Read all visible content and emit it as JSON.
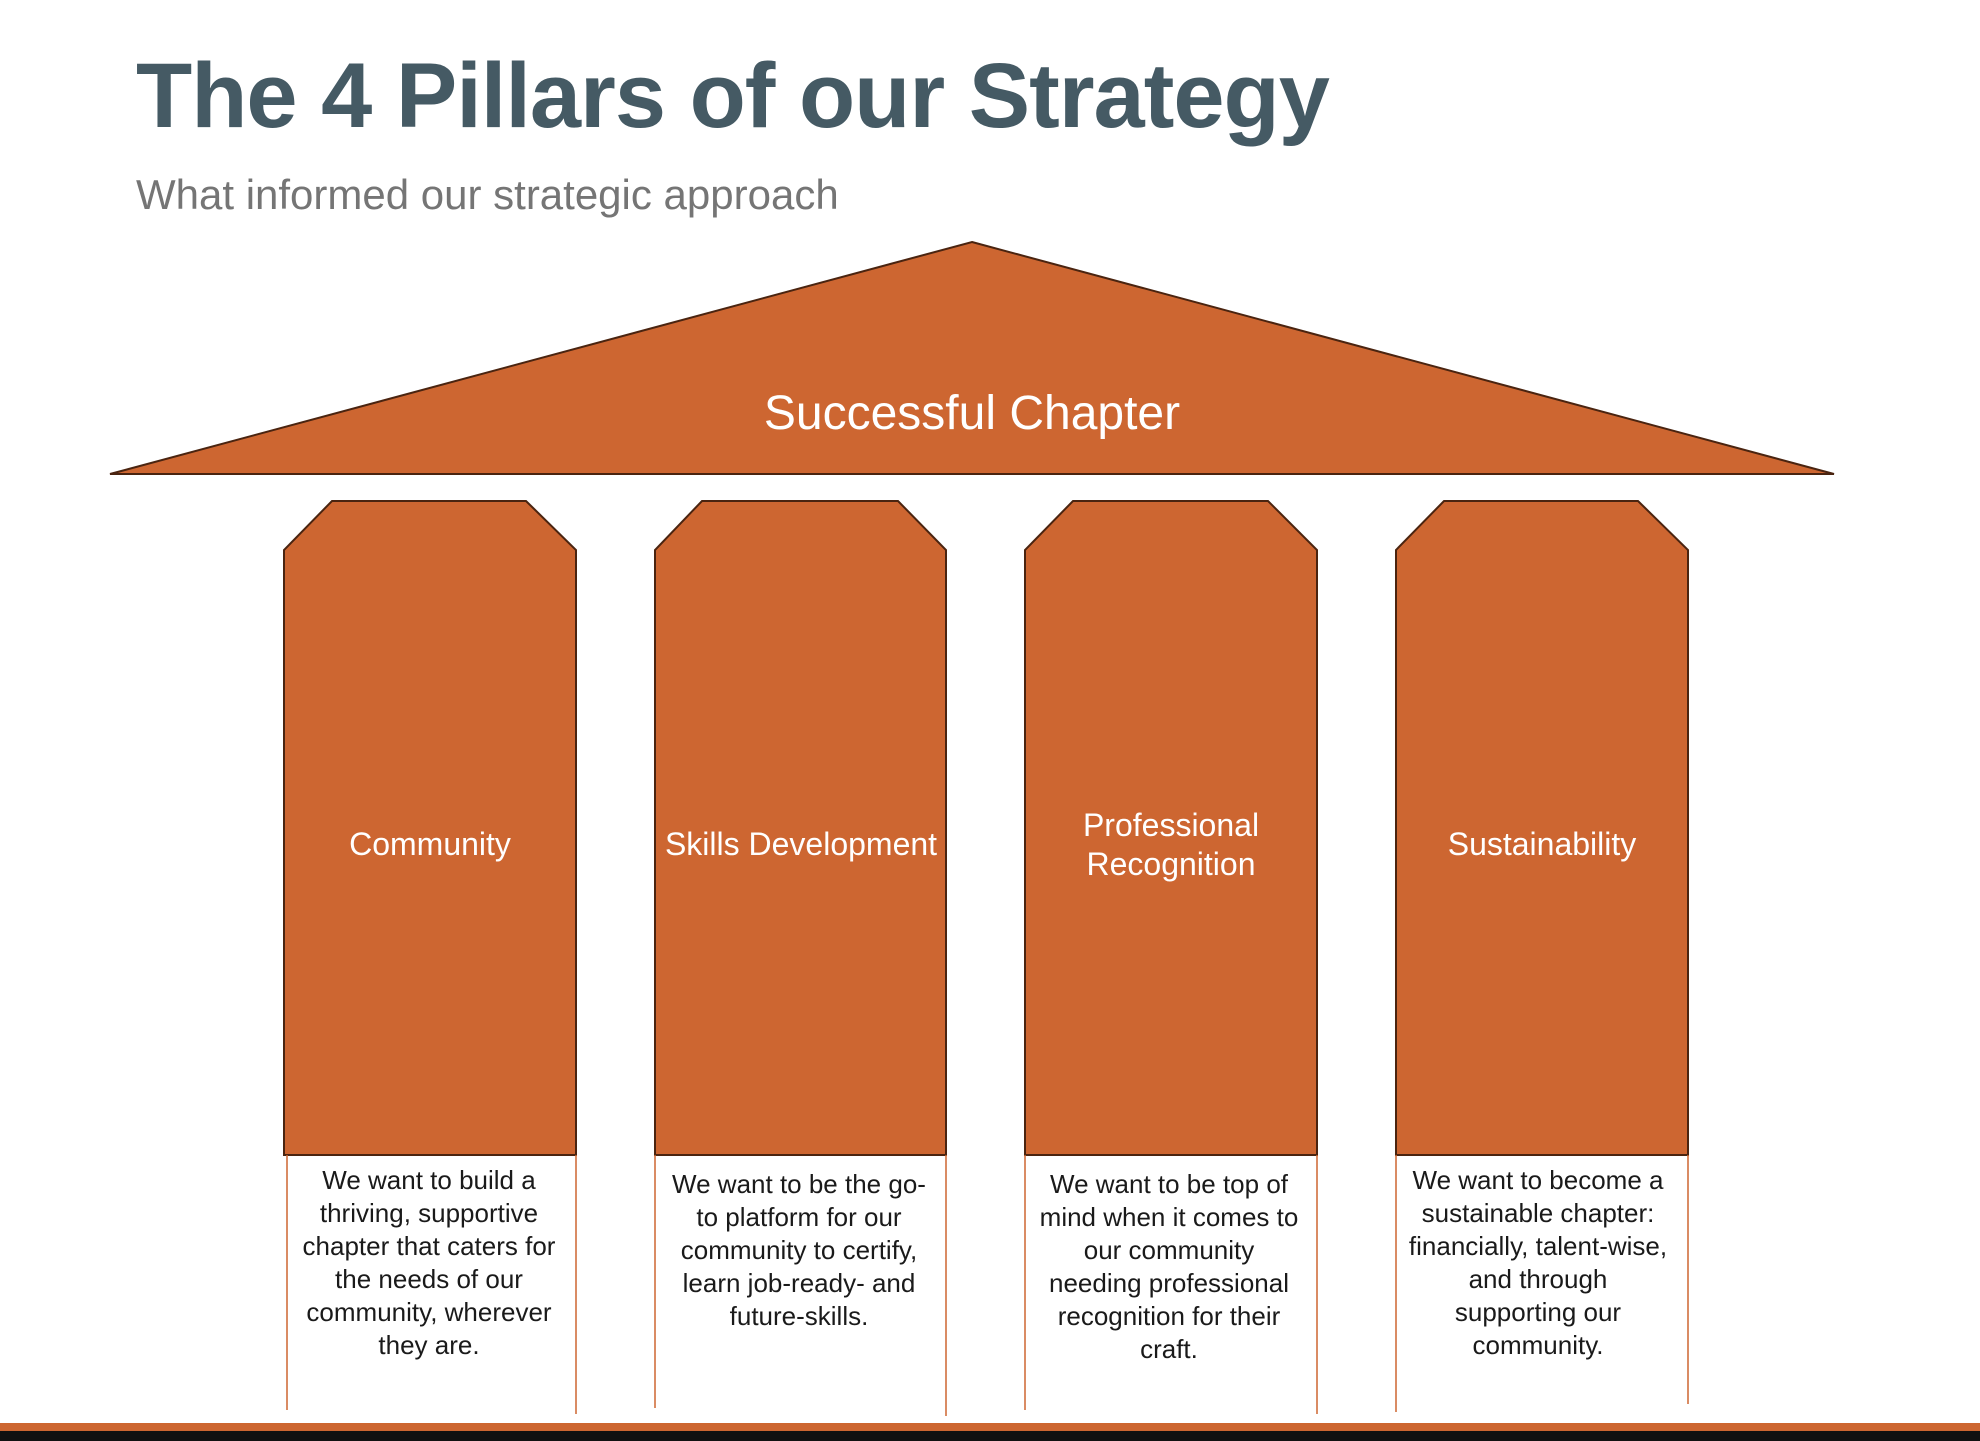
{
  "header": {
    "title": "The 4 Pillars of our Strategy",
    "subtitle": "What informed our strategic approach"
  },
  "roof": {
    "label": "Successful Chapter"
  },
  "pillars": [
    {
      "label": "Community",
      "description": "We want to build a thriving, supportive chapter that caters for the needs of our community, wherever they are."
    },
    {
      "label": "Skills Development",
      "description": "We want to be the go-to platform for our community to certify, learn job-ready- and future-skills."
    },
    {
      "label": "Professional Recognition",
      "description": "We want to be top of mind when it comes to our community needing professional recognition for their craft."
    },
    {
      "label": "Sustainability",
      "description": "We want to become a sustainable chapter: financially, talent-wise, and through supporting our community."
    }
  ],
  "colors": {
    "accent": "#cd6631",
    "outline": "#4a2410",
    "title": "#455a64",
    "subtitle": "#757575",
    "bottom_bar": "#111111"
  }
}
